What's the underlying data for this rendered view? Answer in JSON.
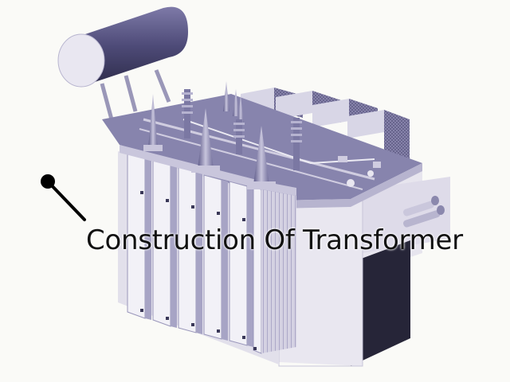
{
  "caption": {
    "text": "Construction Of Transformer"
  },
  "colors": {
    "background": "#fafaf7",
    "body_light": "#e6e4ee",
    "body_mid": "#bdb9d3",
    "body_dark": "#6d6a94",
    "top_cover": "#8b88b0",
    "shadow": "#252435",
    "pointer": "#000000"
  },
  "icons": [
    "conservator-tank",
    "bushing",
    "radiator-fin",
    "cooling-fan",
    "pointer-pin-icon"
  ]
}
